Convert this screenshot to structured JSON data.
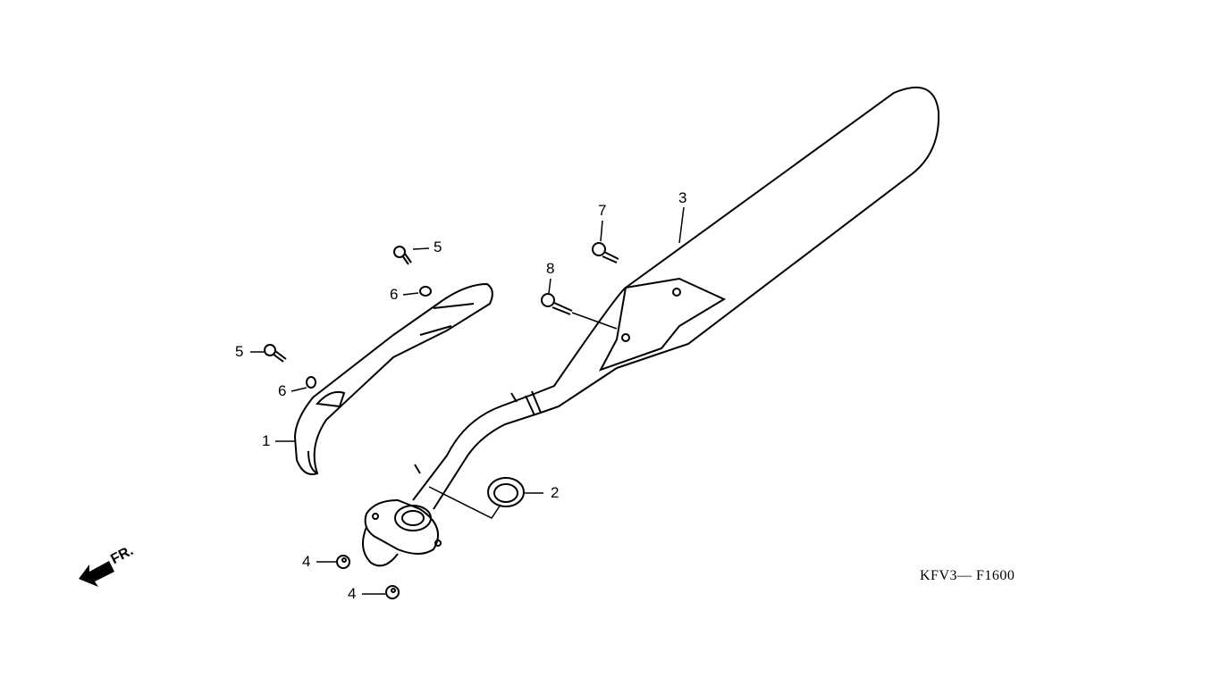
{
  "diagram": {
    "code": "KFV3— F1600",
    "direction_label": "FR.",
    "callouts": [
      {
        "number": "1",
        "part": "heat-guard"
      },
      {
        "number": "2",
        "part": "gasket"
      },
      {
        "number": "3",
        "part": "muffler"
      },
      {
        "number": "4",
        "part": "nut"
      },
      {
        "number": "4",
        "part": "nut"
      },
      {
        "number": "5",
        "part": "screw"
      },
      {
        "number": "5",
        "part": "screw"
      },
      {
        "number": "6",
        "part": "washer"
      },
      {
        "number": "6",
        "part": "washer"
      },
      {
        "number": "7",
        "part": "bolt"
      },
      {
        "number": "8",
        "part": "bolt"
      }
    ]
  }
}
